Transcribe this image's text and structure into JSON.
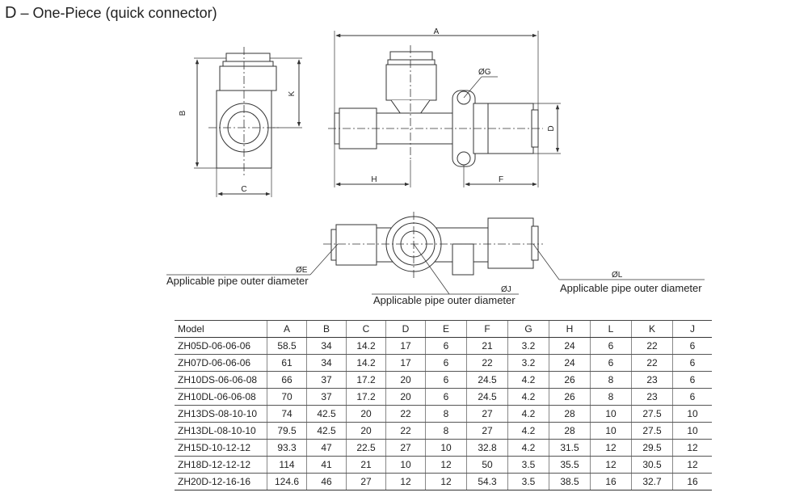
{
  "title": {
    "prefix": "D",
    "dash": "–",
    "text": "One-Piece (quick connector)"
  },
  "dimensions": {
    "A": "A",
    "B": "B",
    "C": "C",
    "D": "D",
    "F": "F",
    "G": "ØG",
    "H": "H",
    "K": "K",
    "E": "ØE",
    "J": "ØJ",
    "L": "ØL"
  },
  "annotations": {
    "e_pipe": "Applicable pipe outer diameter",
    "j_pipe": "Applicable pipe outer diameter",
    "l_pipe": "Applicable pipe outer diameter"
  },
  "table": {
    "headers": [
      "Model",
      "A",
      "B",
      "C",
      "D",
      "E",
      "F",
      "G",
      "H",
      "L",
      "K",
      "J"
    ],
    "rows": [
      [
        "ZH05D-06-06-06",
        "58.5",
        "34",
        "14.2",
        "17",
        "6",
        "21",
        "3.2",
        "24",
        "6",
        "22",
        "6"
      ],
      [
        "ZH07D-06-06-06",
        "61",
        "34",
        "14.2",
        "17",
        "6",
        "22",
        "3.2",
        "24",
        "6",
        "22",
        "6"
      ],
      [
        "ZH10DS-06-06-08",
        "66",
        "37",
        "17.2",
        "20",
        "6",
        "24.5",
        "4.2",
        "26",
        "8",
        "23",
        "6"
      ],
      [
        "ZH10DL-06-06-08",
        "70",
        "37",
        "17.2",
        "20",
        "6",
        "24.5",
        "4.2",
        "26",
        "8",
        "23",
        "6"
      ],
      [
        "ZH13DS-08-10-10",
        "74",
        "42.5",
        "20",
        "22",
        "8",
        "27",
        "4.2",
        "28",
        "10",
        "27.5",
        "10"
      ],
      [
        "ZH13DL-08-10-10",
        "79.5",
        "42.5",
        "20",
        "22",
        "8",
        "27",
        "4.2",
        "28",
        "10",
        "27.5",
        "10"
      ],
      [
        "ZH15D-10-12-12",
        "93.3",
        "47",
        "22.5",
        "27",
        "10",
        "32.8",
        "4.2",
        "31.5",
        "12",
        "29.5",
        "12"
      ],
      [
        "ZH18D-12-12-12",
        "114",
        "41",
        "21",
        "10",
        "12",
        "50",
        "3.5",
        "35.5",
        "12",
        "30.5",
        "12"
      ],
      [
        "ZH20D-12-16-16",
        "124.6",
        "46",
        "27",
        "12",
        "12",
        "54.3",
        "3.5",
        "38.5",
        "16",
        "32.7",
        "16"
      ]
    ]
  }
}
